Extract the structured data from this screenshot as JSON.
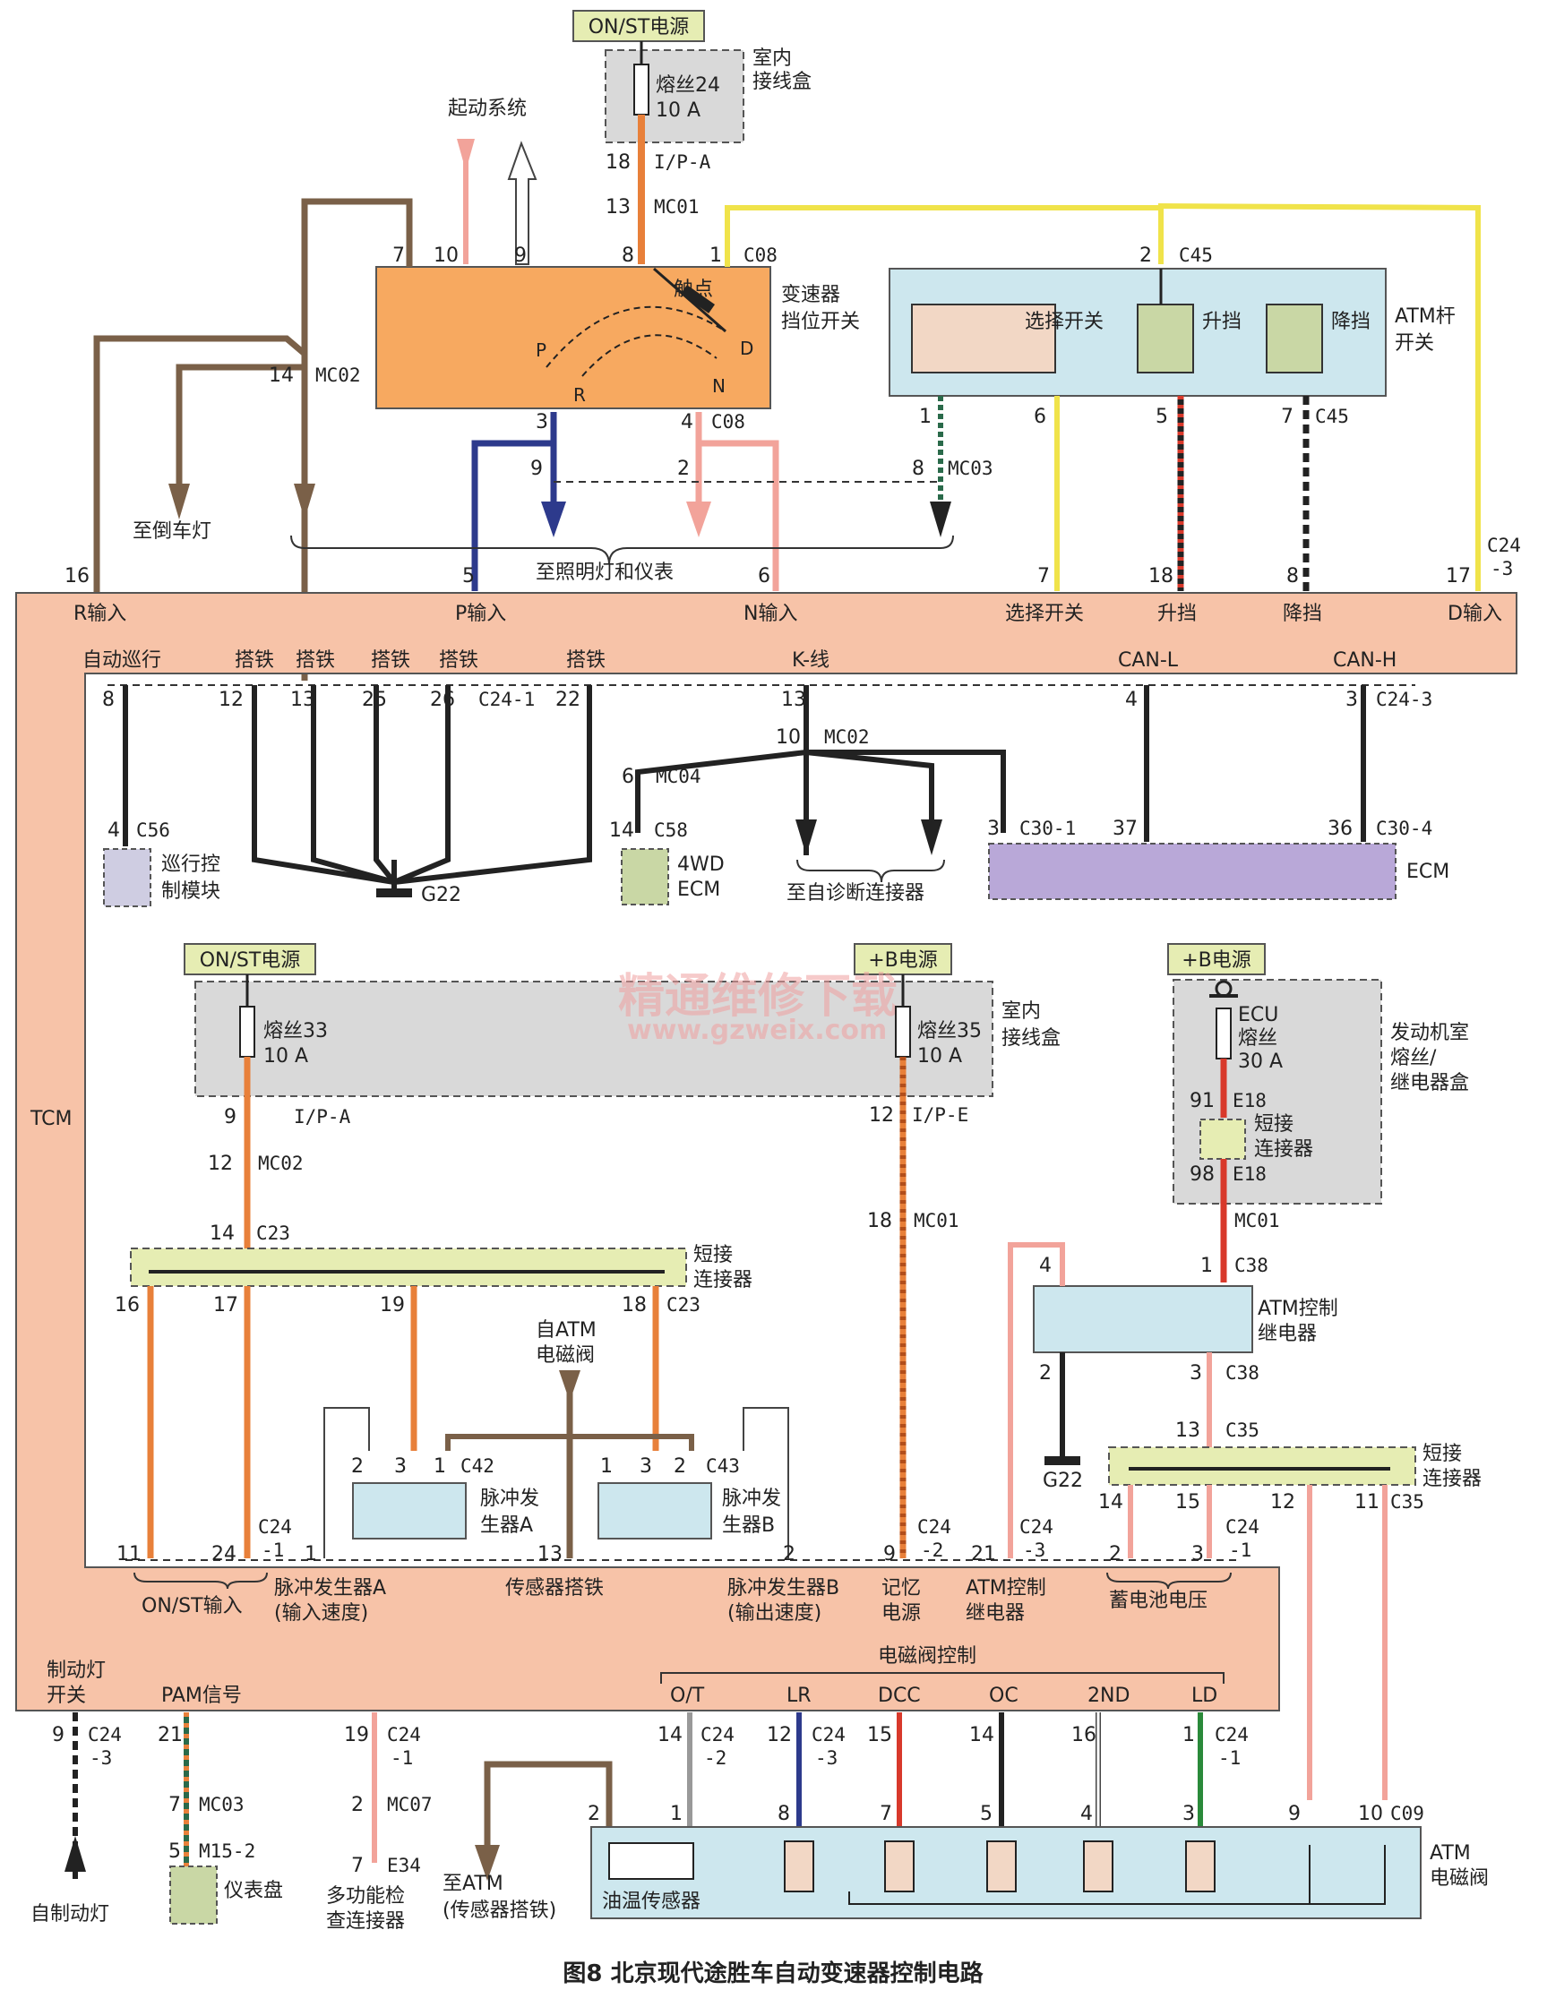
{
  "caption": "图8 北京现代途胜车自动变速器控制电路",
  "watermark": {
    "line1": "精通维修下载",
    "line2": "www.gzweix.com"
  },
  "power": {
    "top": "ON/ST电源",
    "mid_left": "ON/ST电源",
    "mid_center": "+B电源",
    "mid_right": "+B电源"
  },
  "fuses": {
    "f24_name": "熔丝24",
    "f24_rating": "10 A",
    "f33_name": "熔丝33",
    "f33_rating": "10 A",
    "f35_name": "熔丝35",
    "f35_rating": "10 A",
    "ecu_name1": "ECU",
    "ecu_name2": "熔丝",
    "ecu_rating": "30 A"
  },
  "boxes": {
    "interior_junction_1": "室内",
    "interior_junction_2": "接线盒",
    "interior_junction_b1": "室内",
    "interior_junction_b2": "接线盒",
    "engine_box_1": "发动机室",
    "engine_box_2": "熔丝/",
    "engine_box_3": "继电器盒",
    "shift_switch_1": "变速器",
    "shift_switch_2": "挡位开关",
    "contact": "触点",
    "atm_lever_1": "ATM杆",
    "atm_lever_2": "开关",
    "select_switch": "选择开关",
    "upshift": "升挡",
    "downshift": "降挡",
    "short_conn_1": "短接",
    "short_conn_2": "连接器",
    "short_conn_e18_1": "短接",
    "short_conn_e18_2": "连接器",
    "short_conn_c35_1": "短接",
    "short_conn_c35_2": "连接器",
    "atm_relay_1": "ATM控制",
    "atm_relay_2": "继电器",
    "pulse_a_1": "脉冲发",
    "pulse_a_2": "生器A",
    "pulse_b_1": "脉冲发",
    "pulse_b_2": "生器B",
    "cruise_1": "巡行控",
    "cruise_2": "制模块",
    "wd_1": "4WD",
    "wd_2": "ECM",
    "ecm": "ECM",
    "tcm": "TCM",
    "instrument": "仪表盘",
    "multi_1": "多功能检",
    "multi_2": "查连接器",
    "oil_temp": "油温传感器",
    "atm_valve_1": "ATM",
    "atm_valve_2": "电磁阀"
  },
  "destinations": {
    "start_system": "起动系统",
    "reverse_lamp": "至倒车灯",
    "lighting": "至照明灯和仪表",
    "self_diag": "至自诊断连接器",
    "from_atm_1": "自ATM",
    "from_atm_2": "电磁阀",
    "to_atm_1": "至ATM",
    "to_atm_2": "(传感器搭铁)",
    "brake_lamp": "自制动灯",
    "brake_switch_1": "制动灯",
    "brake_switch_2": "开关"
  },
  "grounds": {
    "g22_top": "G22",
    "g22_mid": "G22"
  },
  "tcm_top_inputs": [
    "R输入",
    "P输入",
    "N输入",
    "选择开关",
    "升挡",
    "降挡",
    "D输入"
  ],
  "tcm_top_row2": [
    "自动巡行",
    "搭铁",
    "搭铁",
    "搭铁",
    "搭铁",
    "搭铁",
    "K-线",
    "CAN-L",
    "CAN-H"
  ],
  "tcm_bottom": {
    "on_st_input": "ON/ST输入",
    "pulse_a_1": "脉冲发生器A",
    "pulse_a_2": "(输入速度)",
    "sensor_ground": "传感器搭铁",
    "pulse_b_1": "脉冲发生器B",
    "pulse_b_2": "(输出速度)",
    "memory_1": "记忆",
    "memory_2": "电源",
    "atm_relay_1": "ATM控制",
    "atm_relay_2": "继电器",
    "battery": "蓄电池电压",
    "pam": "PAM信号",
    "solenoid_ctrl": "电磁阀控制",
    "solenoids": [
      "O/T",
      "LR",
      "DCC",
      "OC",
      "2ND",
      "LD"
    ]
  },
  "connectors": {
    "ip_a": "I/P-A",
    "mc01": "MC01",
    "c08": "C08",
    "c45": "C45",
    "mc02": "MC02",
    "mc03": "MC03",
    "c24_3": "C24",
    "c24_3b": "-3",
    "c24_1": "C24-1",
    "c24_3h": "C24-3",
    "c56": "C56",
    "mc04": "MC04",
    "c58": "C58",
    "c30_1": "C30-1",
    "c30_4": "C30-4",
    "ip_a2": "I/P-A",
    "ip_e": "I/P-E",
    "mc02b": "MC02",
    "c23": "C23",
    "c23b": "C23",
    "mc01b": "MC01",
    "e18a": "E18",
    "e18b": "E18",
    "mc01c": "MC01",
    "c38a": "C38",
    "c38b": "C38",
    "c35a": "C35",
    "c35b": "C35",
    "c42": "C42",
    "c43": "C43",
    "c24_1b": "C24",
    "c24_1bs": "-1",
    "c24_2": "C24",
    "c24_2s": "-2",
    "c24_3c": "C24",
    "c24_3cs": "-3",
    "c24_1c": "C24",
    "c24_1cs": "-1",
    "c24_b3": "C24",
    "c24_b3s": "-3",
    "mc03b": "MC03",
    "m15": "M15-2",
    "c24_b1": "C24",
    "c24_b1s": "-1",
    "mc07": "MC07",
    "e34": "E34",
    "c24_b2": "C24",
    "c24_b2s": "-2",
    "c24_b3x": "C24",
    "c24_b3xs": "-3",
    "c24_b1x": "C24",
    "c24_b1xs": "-1",
    "c09": "C09"
  },
  "pins": {
    "p18": "18",
    "p13": "13",
    "p7": "7",
    "p10": "10",
    "p9": "9",
    "p8": "8",
    "p1": "1",
    "p2c45": "2",
    "p14": "14",
    "p3": "3",
    "p4": "4",
    "p9b": "9",
    "p2b": "2",
    "p8b": "8",
    "p1c45": "1",
    "p6c45": "6",
    "p5c45": "5",
    "p7c45": "7",
    "p16": "16",
    "p5": "5",
    "p6": "6",
    "p7t": "7",
    "p18t": "18",
    "p8t": "8",
    "p17": "17",
    "p8r": "8",
    "p12r": "12",
    "p13r": "13",
    "p25r": "25",
    "p26r": "26",
    "p22r": "22",
    "p13k": "13",
    "p4can": "4",
    "p3can": "3",
    "p10k": "10",
    "p6k": "6",
    "p14k": "14",
    "p4k": "4",
    "p3k": "3",
    "p37": "37",
    "p36": "36",
    "p9i": "9",
    "p12i": "12",
    "p14i": "14",
    "p16i": "16",
    "p17i": "17",
    "p19i": "19",
    "p18i": "18",
    "p12e": "12",
    "p18e": "18",
    "p91": "91",
    "p98": "98",
    "p4r": "4",
    "p1r": "1",
    "p2r": "2",
    "p3r": "3",
    "p13c": "13",
    "p14c": "14",
    "p15c": "15",
    "p12c": "12",
    "p11c": "11",
    "pa2": "2",
    "pa3": "3",
    "pa1": "1",
    "pb1": "1",
    "pb3": "3",
    "pb2": "2",
    "t11": "11",
    "t24": "24",
    "t1": "1",
    "t13": "13",
    "t2": "2",
    "t9": "9",
    "t21": "21",
    "t2b": "2",
    "t3b": "3",
    "b9": "9",
    "b21": "21",
    "b7": "7",
    "b5": "5",
    "b19": "19",
    "b2": "2",
    "b7e": "7",
    "s14": "14",
    "s12": "12",
    "s15": "15",
    "s14b": "14",
    "s16": "16",
    "s1": "1",
    "v2": "2",
    "v1": "1",
    "v8": "8",
    "v7": "7",
    "v5": "5",
    "v4": "4",
    "v3": "3",
    "v9": "9",
    "v10": "10"
  },
  "colors": {
    "tcm_fill": "#f7c3a8",
    "shift_fill": "#f7a960",
    "lever_fill": "#cde7ee",
    "yellow_wire": "#f0e34a",
    "brown_wire": "#7a6048",
    "orange_wire": "#e8803a",
    "pink_wire": "#f2a39a",
    "blue_wire": "#2d3a8c",
    "ecm_fill": "#b9a8d8",
    "module_fill": "#c9d7a5",
    "power_fill": "#e6edb3"
  }
}
